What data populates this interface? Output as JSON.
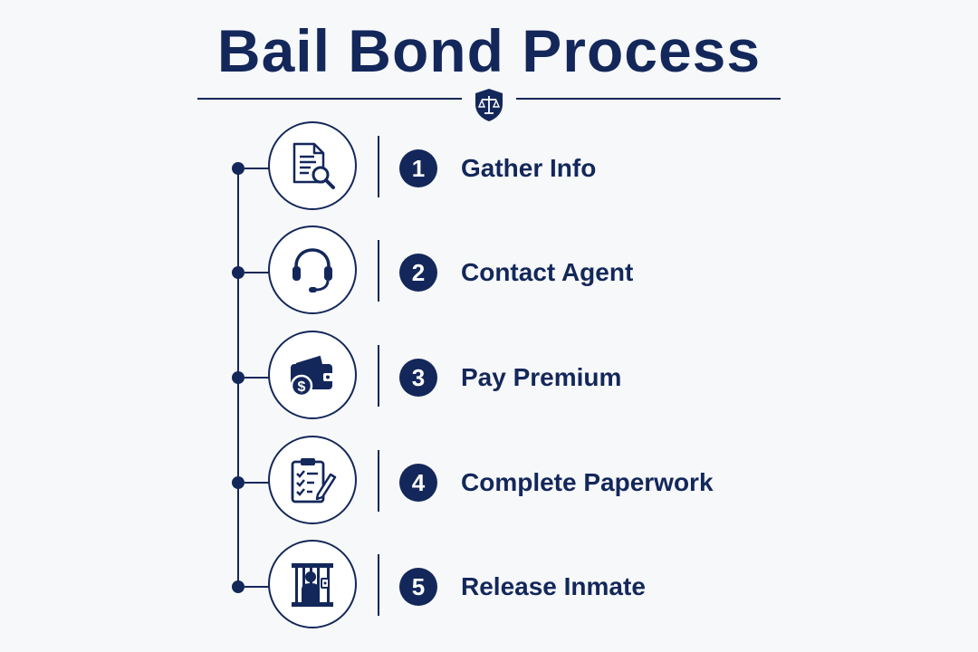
{
  "title": "Bail Bond Process",
  "colors": {
    "primary": "#13275a",
    "background": "#f7f8fa"
  },
  "emblem_icon": "scales-of-justice-shield-icon",
  "steps": [
    {
      "number": "1",
      "label": "Gather Info",
      "icon": "document-search-icon"
    },
    {
      "number": "2",
      "label": "Contact Agent",
      "icon": "headset-icon"
    },
    {
      "number": "3",
      "label": "Pay Premium",
      "icon": "wallet-dollar-icon"
    },
    {
      "number": "4",
      "label": "Complete Paperwork",
      "icon": "clipboard-checklist-icon"
    },
    {
      "number": "5",
      "label": "Release Inmate",
      "icon": "jail-cell-icon"
    }
  ]
}
